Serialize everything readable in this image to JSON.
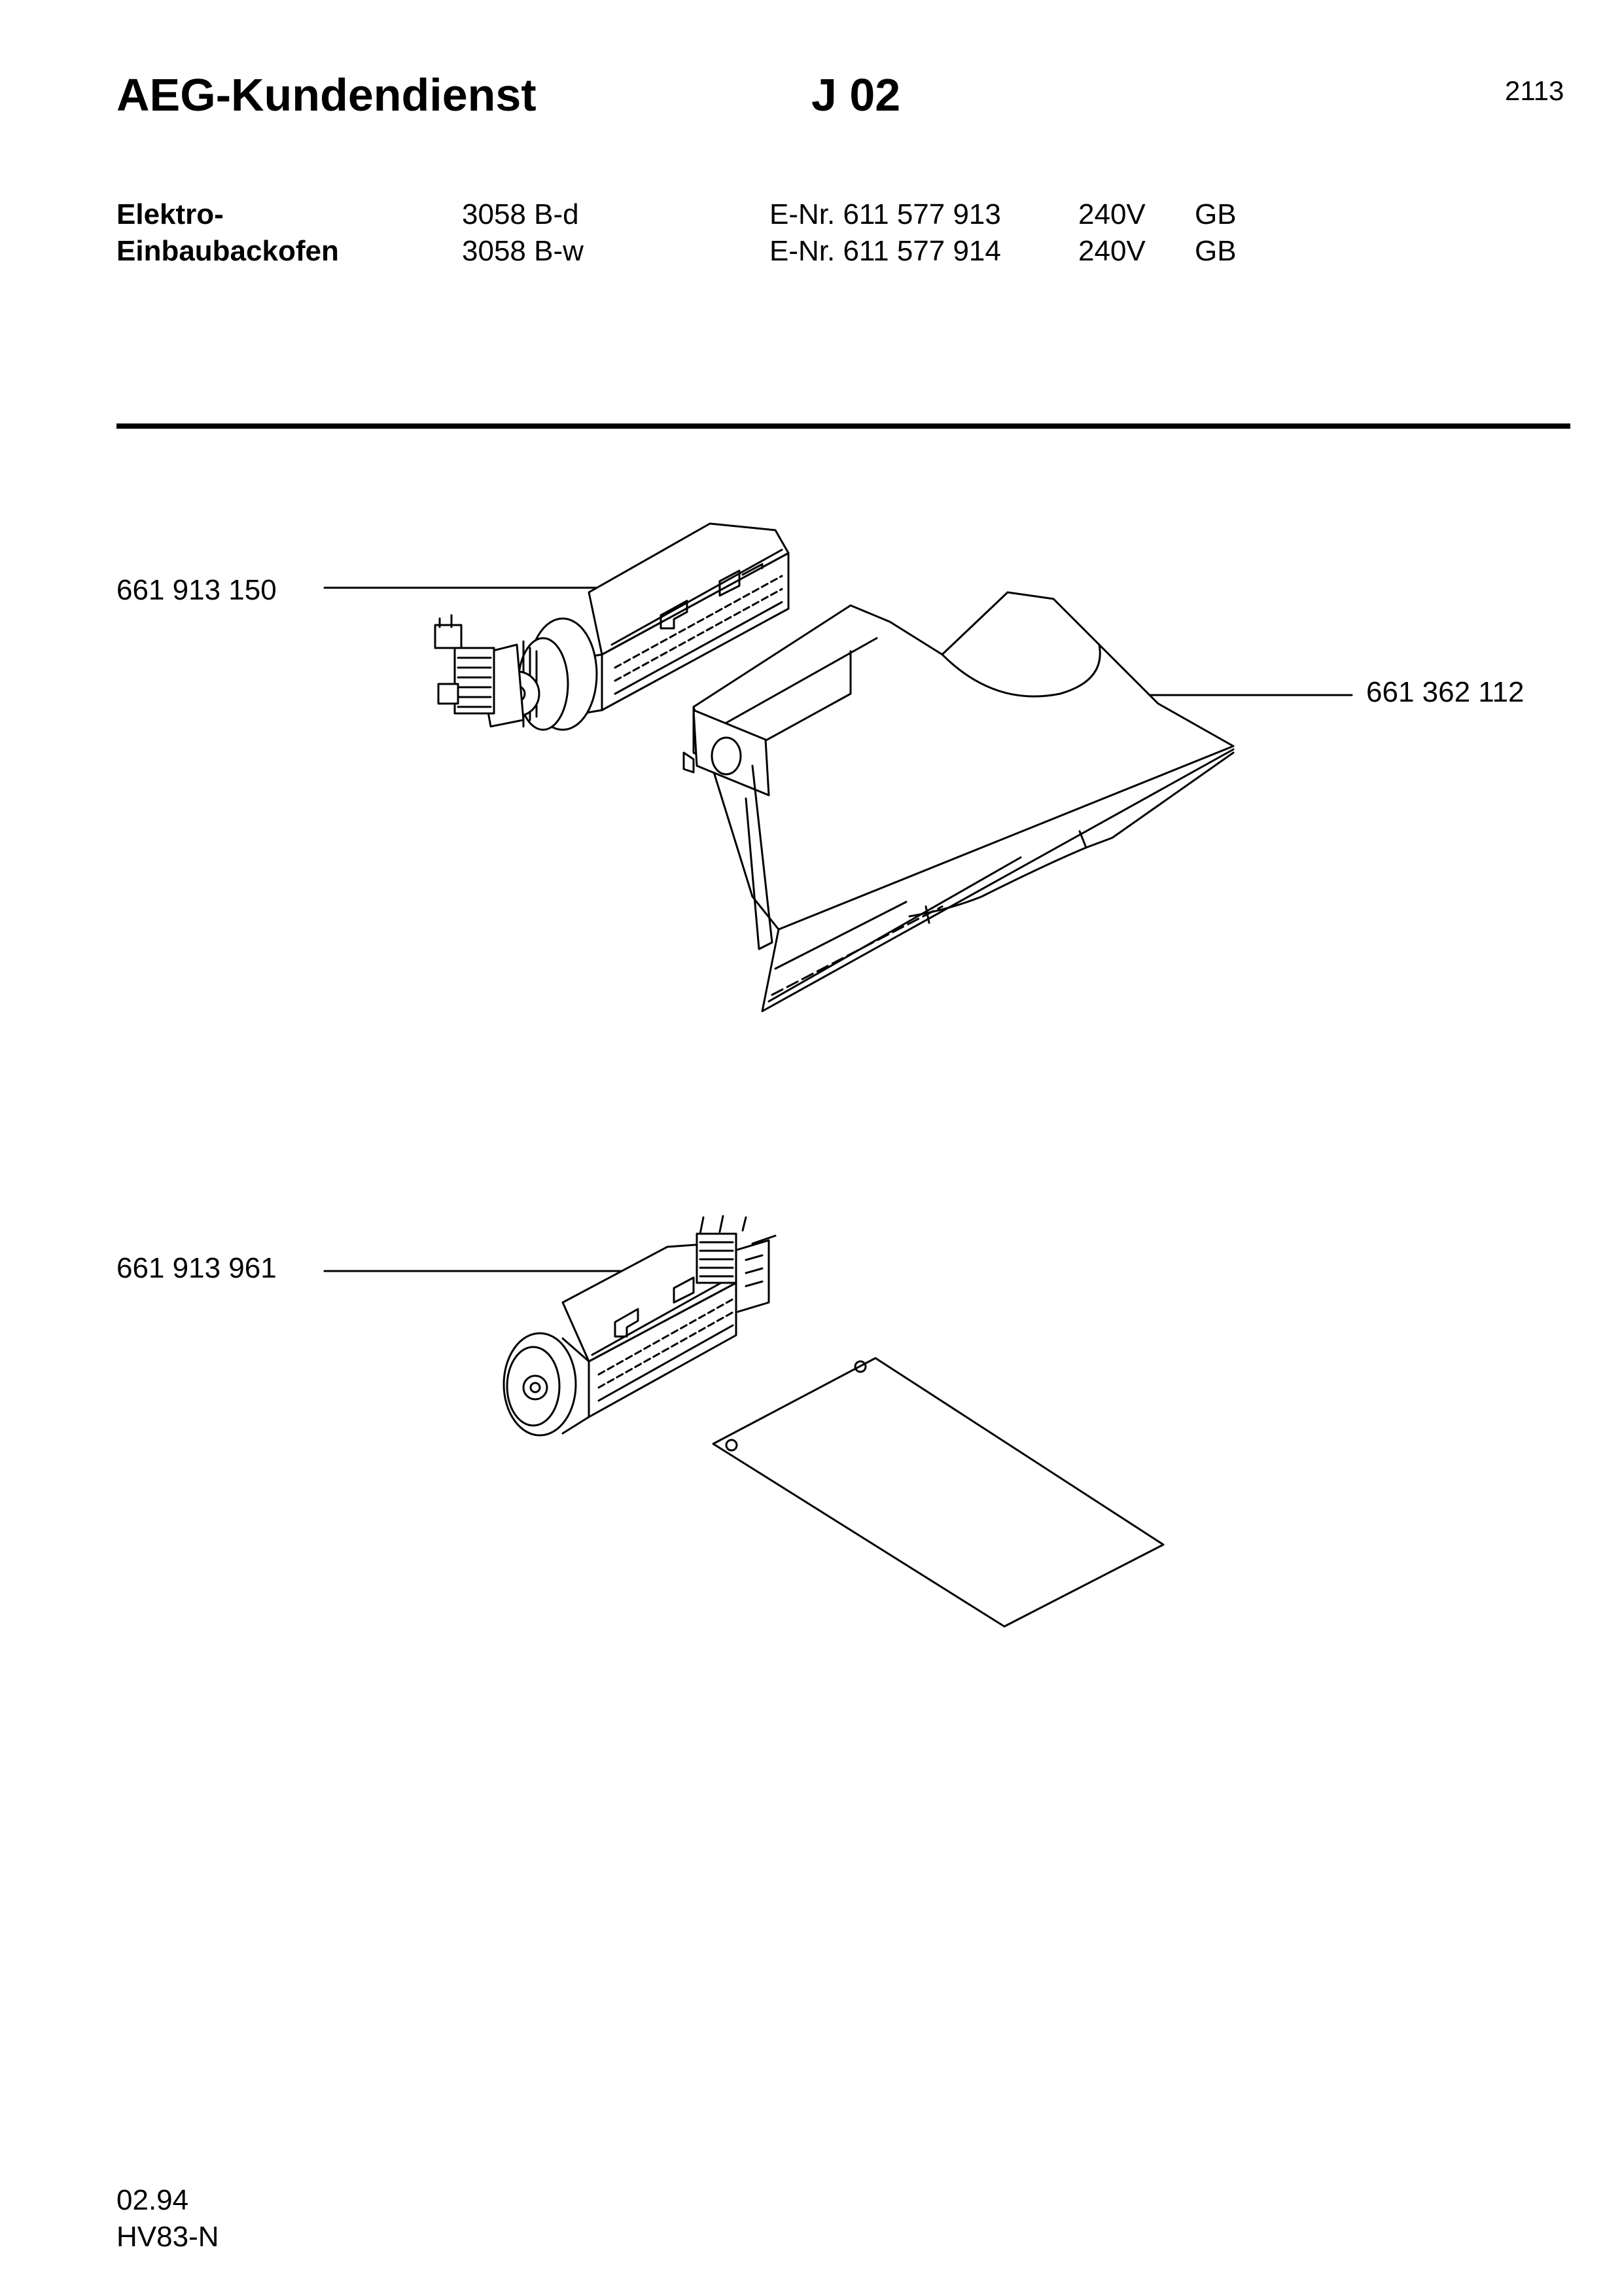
{
  "header": {
    "brand": "AEG-Kundendienst",
    "sheet_code": "J 02",
    "page_number": "2113"
  },
  "product": {
    "name_line1": "Elektro-",
    "name_line2": "Einbaubackofen",
    "variants": [
      {
        "model": "3058 B-d",
        "enr": "E-Nr. 611 577 913",
        "voltage": "240V",
        "country": "GB"
      },
      {
        "model": "3058 B-w",
        "enr": "E-Nr. 611 577 914",
        "voltage": "240V",
        "country": "GB"
      }
    ]
  },
  "parts": [
    {
      "number": "661 913 150",
      "description_icon": "tangential-fan-motor-icon"
    },
    {
      "number": "661 362 112",
      "description_icon": "fan-duct-housing-icon"
    },
    {
      "number": "661 913 961",
      "description_icon": "tangential-fan-motor-icon"
    }
  ],
  "footer": {
    "date": "02.94",
    "code": "HV83-N"
  }
}
